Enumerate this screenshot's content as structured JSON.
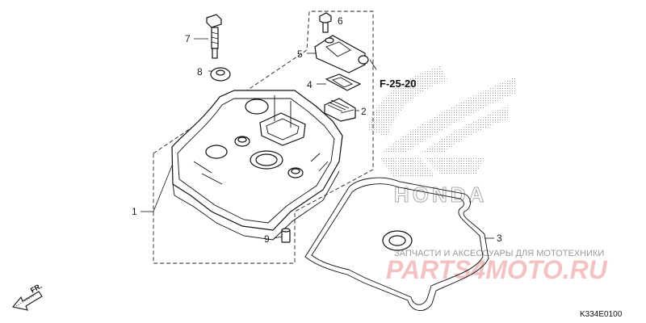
{
  "diagram": {
    "callouts": [
      {
        "id": "1",
        "label": "1"
      },
      {
        "id": "2",
        "label": "2"
      },
      {
        "id": "3",
        "label": "3"
      },
      {
        "id": "4",
        "label": "4"
      },
      {
        "id": "5",
        "label": "5"
      },
      {
        "id": "6",
        "label": "6"
      },
      {
        "id": "7",
        "label": "7"
      },
      {
        "id": "8",
        "label": "8"
      },
      {
        "id": "9",
        "label": "9"
      }
    ],
    "reference": "F-25-20",
    "direction_mark": "FR.",
    "diagram_code": "K334E0100"
  },
  "watermark": {
    "brand_logo": "HONDA",
    "site_name": "PARTS4MOTO.RU",
    "tagline": "ЗАПЧАСТИ И АКСЕССУАРЫ ДЛЯ МОТОТЕХНИКИ",
    "colors": {
      "logo": "#b8b8b8",
      "site": "#f2b8b8",
      "tagline": "#9a9a9a"
    }
  }
}
